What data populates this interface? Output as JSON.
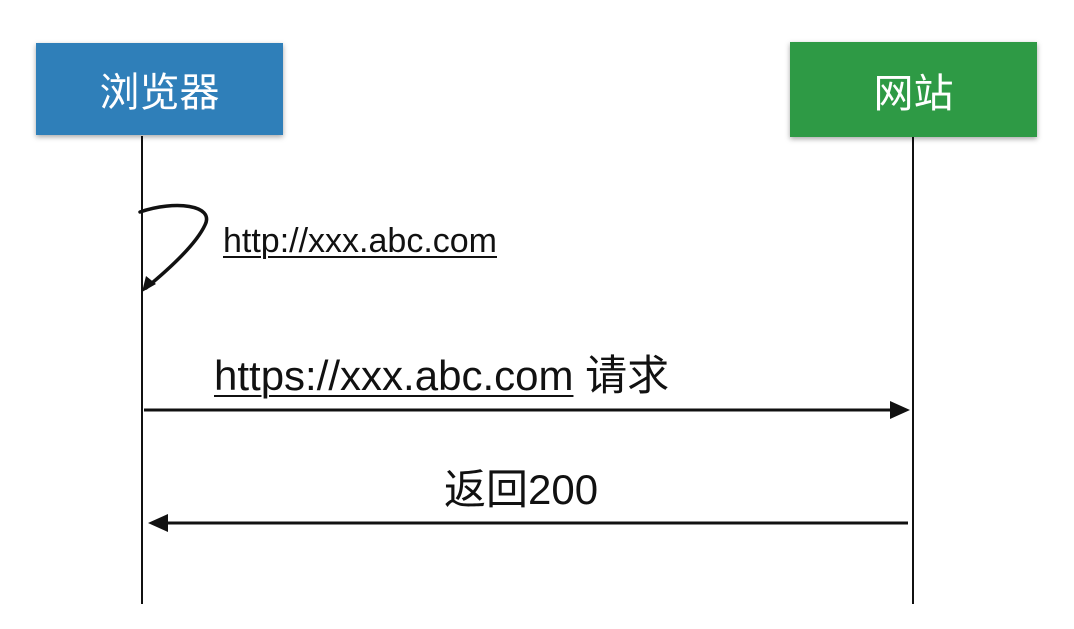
{
  "actors": {
    "browser": {
      "label": "浏览器",
      "color": "#2f7fb9"
    },
    "site": {
      "label": "网站",
      "color": "#2e9a45"
    }
  },
  "messages": {
    "self_redirect": {
      "url": "http://xxx.abc.com"
    },
    "request": {
      "url": "https://xxx.abc.com",
      "suffix": " 请求"
    },
    "response": {
      "label": "返回200"
    }
  }
}
